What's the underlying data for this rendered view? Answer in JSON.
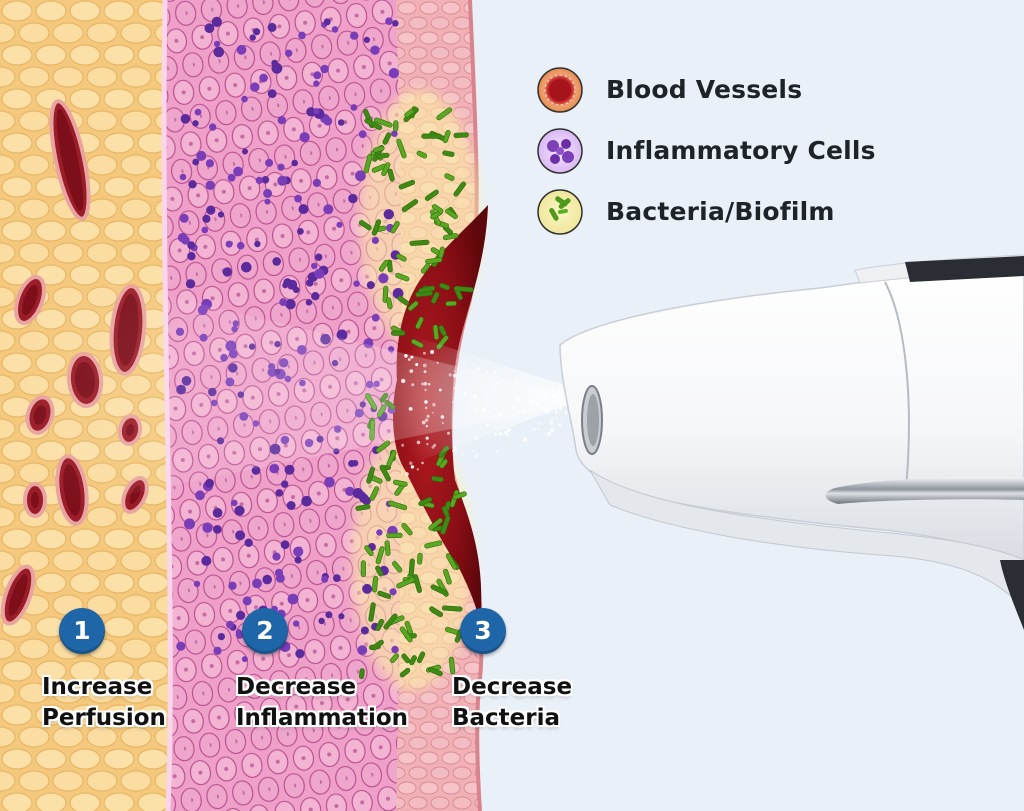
{
  "legend": {
    "items": [
      {
        "icon": "blood-vessel-icon",
        "label": "Blood Vessels",
        "color": "#8e1018"
      },
      {
        "icon": "inflammatory-cells-icon",
        "label": "Inflammatory Cells",
        "color": "#6a2fa6"
      },
      {
        "icon": "bacteria-icon",
        "label": "Bacteria/Biofilm",
        "color": "#4f9a1c"
      }
    ]
  },
  "steps": [
    {
      "number": "1",
      "line1": "Increase",
      "line2": "Perfusion"
    },
    {
      "number": "2",
      "line1": "Decrease",
      "line2": "Inflammation"
    },
    {
      "number": "3",
      "line1": "Decrease",
      "line2": "Bacteria"
    }
  ],
  "colors": {
    "badge": "#1f66a8",
    "fat_tissue": "#f6d390",
    "dermis": "#e98ac0",
    "epidermis": "#efb3bd",
    "wound": "#8d0f16",
    "background": "#e9f0f8"
  }
}
